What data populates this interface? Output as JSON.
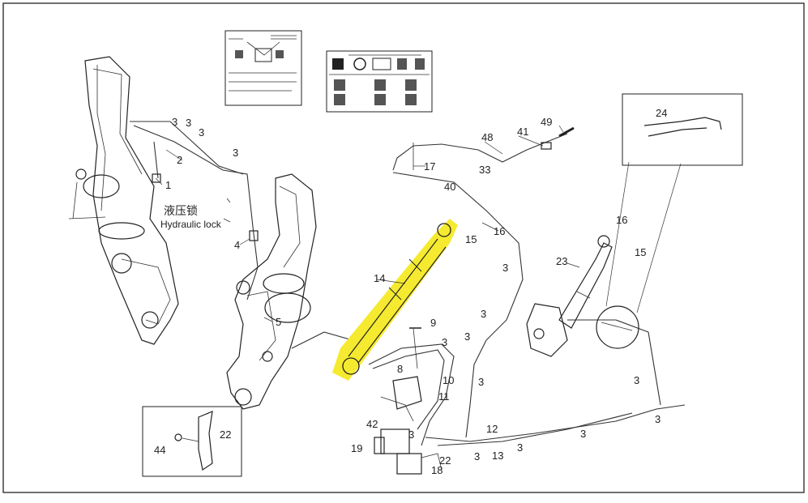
{
  "labels": {
    "hydraulic_lock_cn": "液压锁",
    "hydraulic_lock_en": "Hydraulic lock"
  },
  "callouts": [
    "1",
    "2",
    "3",
    "4",
    "5",
    "8",
    "9",
    "10",
    "11",
    "12",
    "13",
    "14",
    "15",
    "16",
    "17",
    "18",
    "19",
    "22",
    "23",
    "24",
    "33",
    "40",
    "41",
    "42",
    "44",
    "48",
    "49"
  ],
  "highlight_color": "#f5ea2f",
  "line_color": "#222222"
}
